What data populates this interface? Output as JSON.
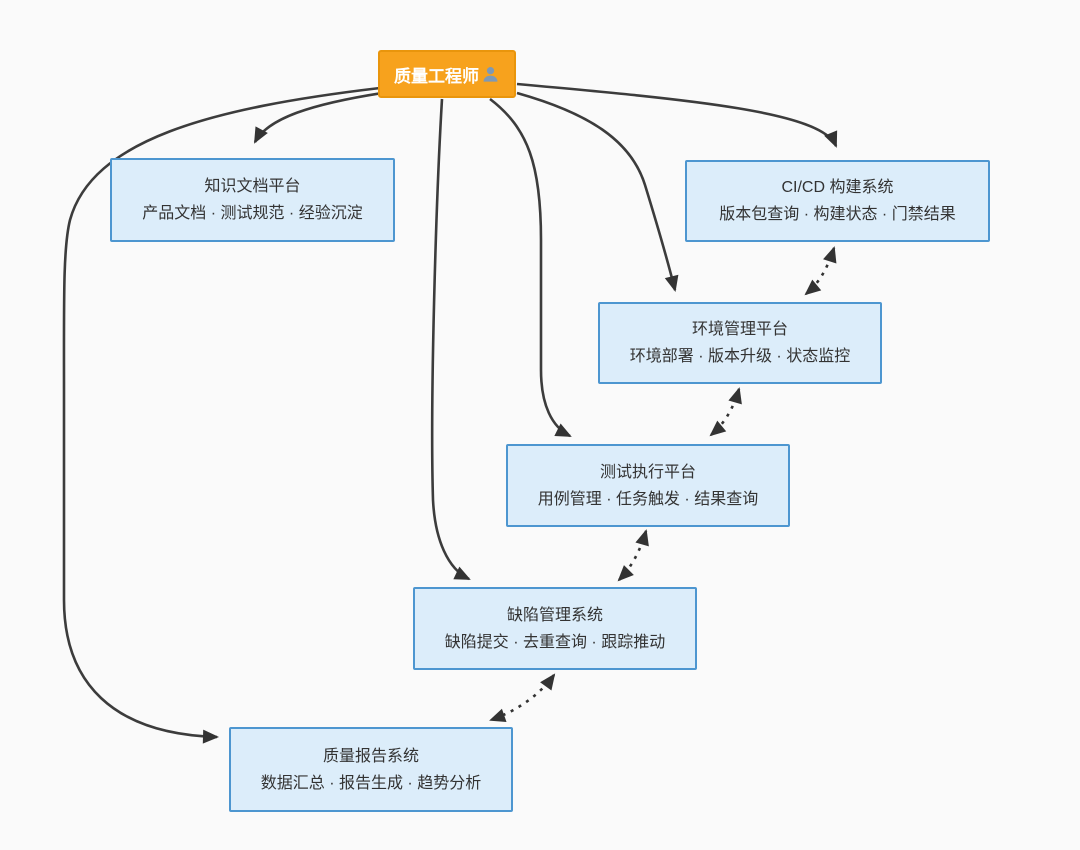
{
  "diagram": {
    "background_color": "#fafafa",
    "line_color": "#3c3c3c",
    "actor": {
      "label": "质量工程师",
      "icon": "person-icon",
      "fill_color": "#f7a21d",
      "border_color": "#e9950c",
      "text_color": "#ffffff"
    },
    "node_style": {
      "fill_color": "#dcedfa",
      "border_color": "#4d96d0",
      "text_color": "#333333"
    },
    "nodes": [
      {
        "id": "knowledge",
        "title": "知识文档平台",
        "subtitle": "产品文档 · 测试规范 · 经验沉淀"
      },
      {
        "id": "cicd",
        "title": "CI/CD 构建系统",
        "subtitle": "版本包查询 · 构建状态 · 门禁结果"
      },
      {
        "id": "env",
        "title": "环境管理平台",
        "subtitle": "环境部署 · 版本升级 · 状态监控"
      },
      {
        "id": "test",
        "title": "测试执行平台",
        "subtitle": "用例管理 · 任务触发 · 结果查询"
      },
      {
        "id": "defect",
        "title": "缺陷管理系统",
        "subtitle": "缺陷提交 · 去重查询 · 跟踪推动"
      },
      {
        "id": "report",
        "title": "质量报告系统",
        "subtitle": "数据汇总 · 报告生成 · 趋势分析"
      }
    ],
    "edges": [
      {
        "from": "质量工程师",
        "to": "知识文档平台",
        "style": "solid",
        "direction": "one-way"
      },
      {
        "from": "质量工程师",
        "to": "CI/CD 构建系统",
        "style": "solid",
        "direction": "one-way"
      },
      {
        "from": "质量工程师",
        "to": "环境管理平台",
        "style": "solid",
        "direction": "one-way"
      },
      {
        "from": "质量工程师",
        "to": "测试执行平台",
        "style": "solid",
        "direction": "one-way"
      },
      {
        "from": "质量工程师",
        "to": "缺陷管理系统",
        "style": "solid",
        "direction": "one-way"
      },
      {
        "from": "质量工程师",
        "to": "质量报告系统",
        "style": "solid",
        "direction": "one-way"
      },
      {
        "from": "CI/CD 构建系统",
        "to": "环境管理平台",
        "style": "dotted",
        "direction": "two-way"
      },
      {
        "from": "环境管理平台",
        "to": "测试执行平台",
        "style": "dotted",
        "direction": "two-way"
      },
      {
        "from": "测试执行平台",
        "to": "缺陷管理系统",
        "style": "dotted",
        "direction": "two-way"
      },
      {
        "from": "缺陷管理系统",
        "to": "质量报告系统",
        "style": "dotted",
        "direction": "two-way"
      }
    ]
  }
}
